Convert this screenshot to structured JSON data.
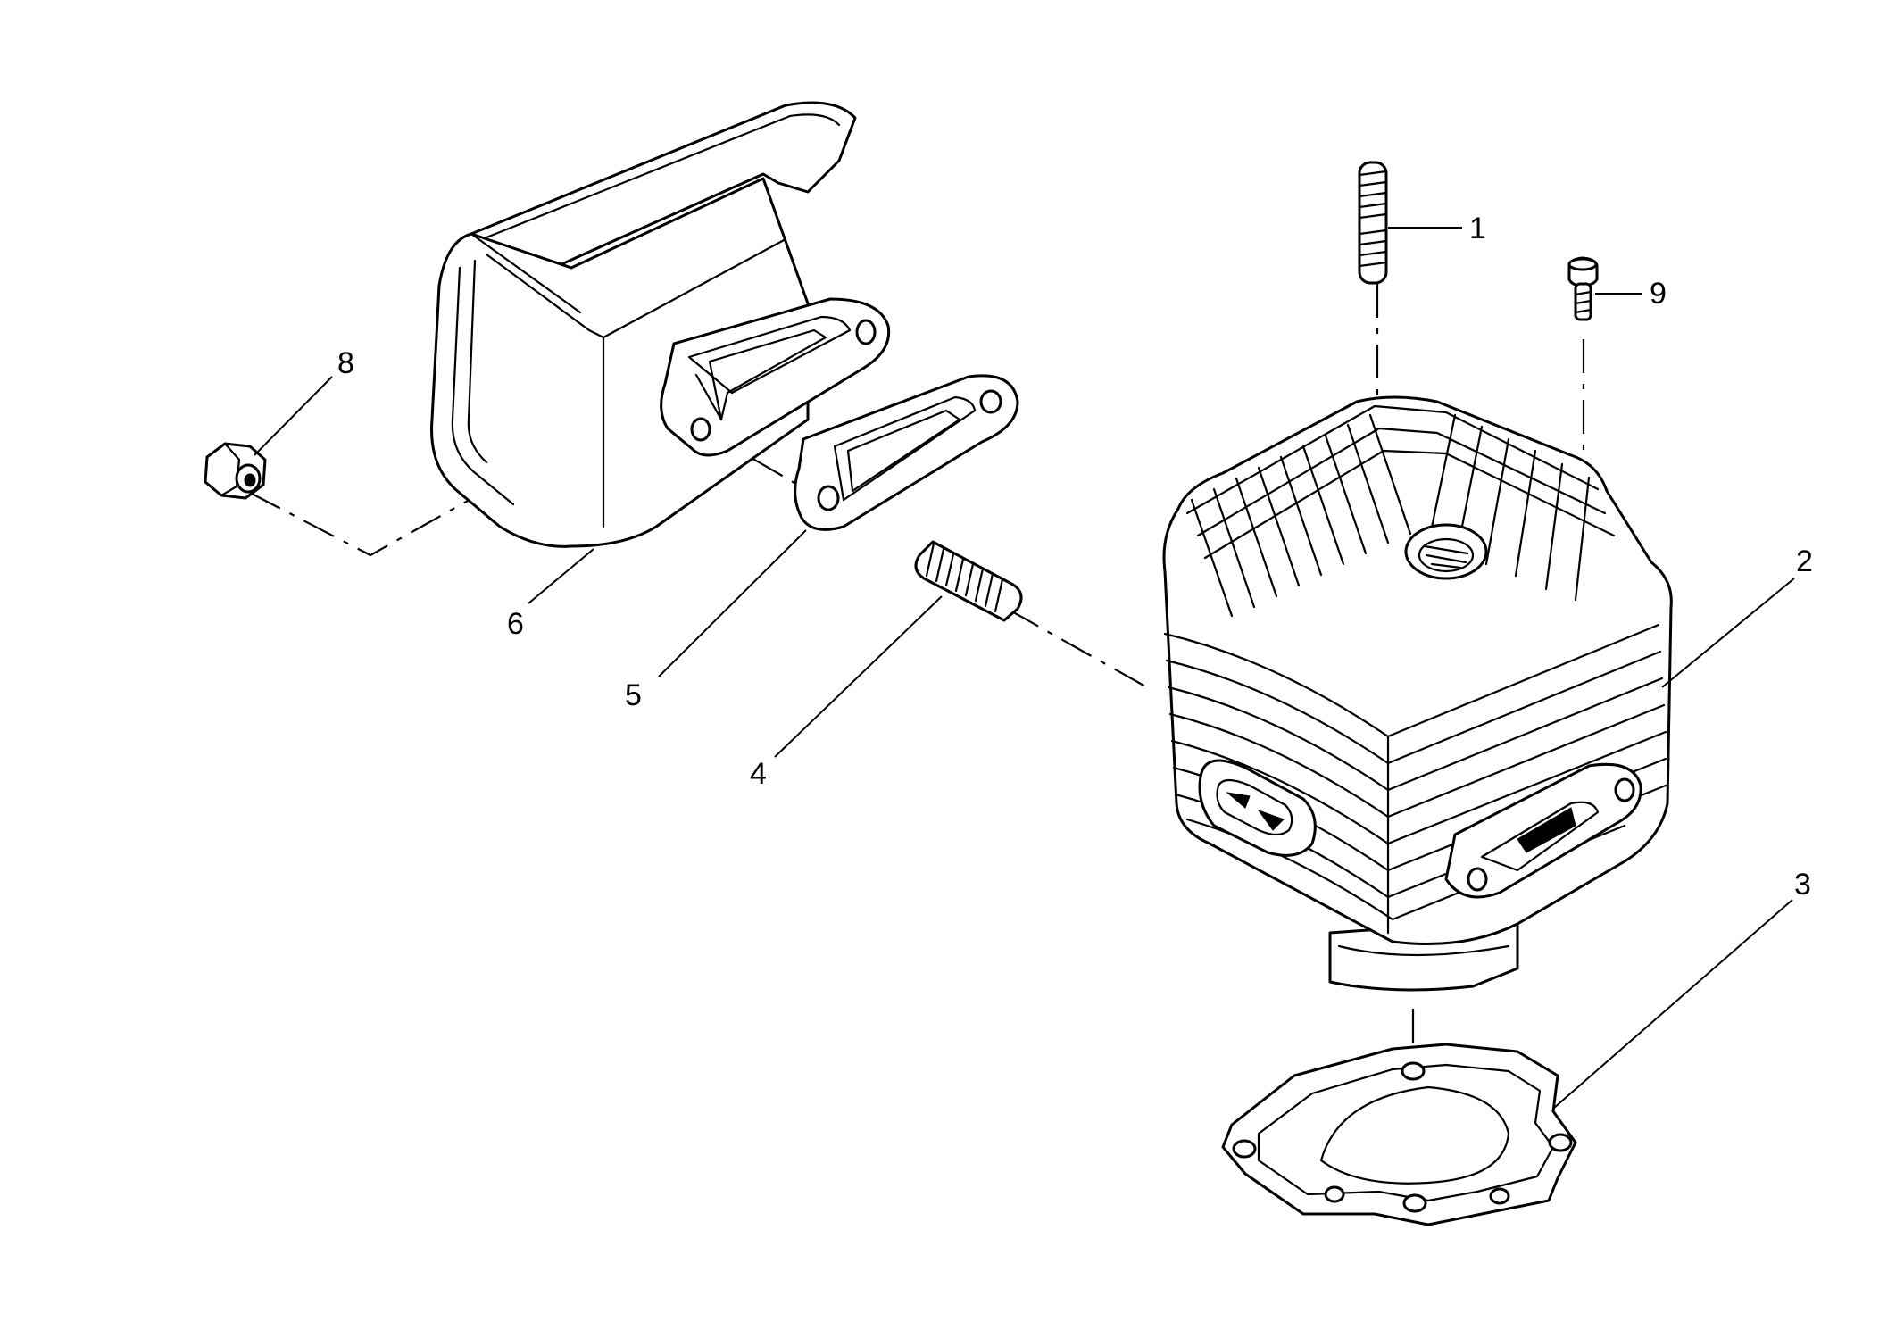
{
  "diagram": {
    "parts": [
      {
        "id": "stud-top",
        "label": "1"
      },
      {
        "id": "cylinder",
        "label": "2"
      },
      {
        "id": "base-gasket",
        "label": "3"
      },
      {
        "id": "stud-side",
        "label": "4"
      },
      {
        "id": "muffler-gasket",
        "label": "5"
      },
      {
        "id": "muffler",
        "label": "6"
      },
      {
        "id": "nut",
        "label": "8"
      },
      {
        "id": "screw",
        "label": "9"
      }
    ]
  }
}
